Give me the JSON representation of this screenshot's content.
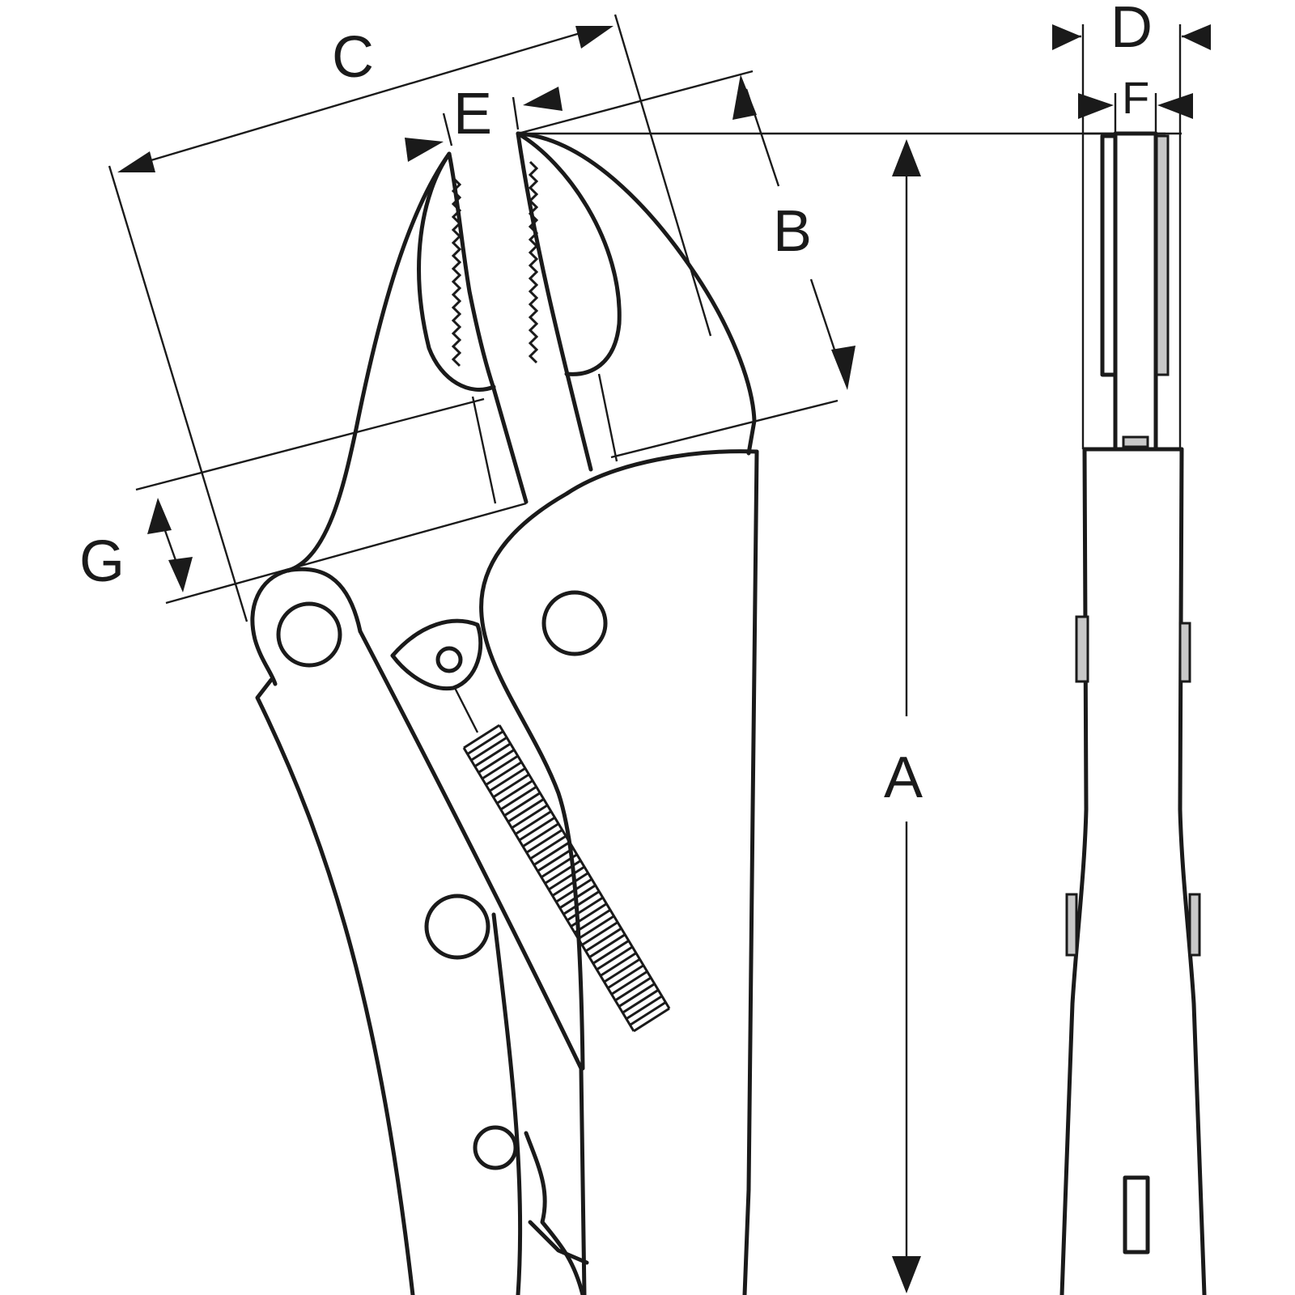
{
  "labels": {
    "A": "A",
    "B": "B",
    "C": "C",
    "D": "D",
    "E": "E",
    "F": "F",
    "G": "G"
  },
  "colors": {
    "line": "#1a1a1a",
    "background": "#ffffff",
    "shading": "#c8c8c8"
  }
}
